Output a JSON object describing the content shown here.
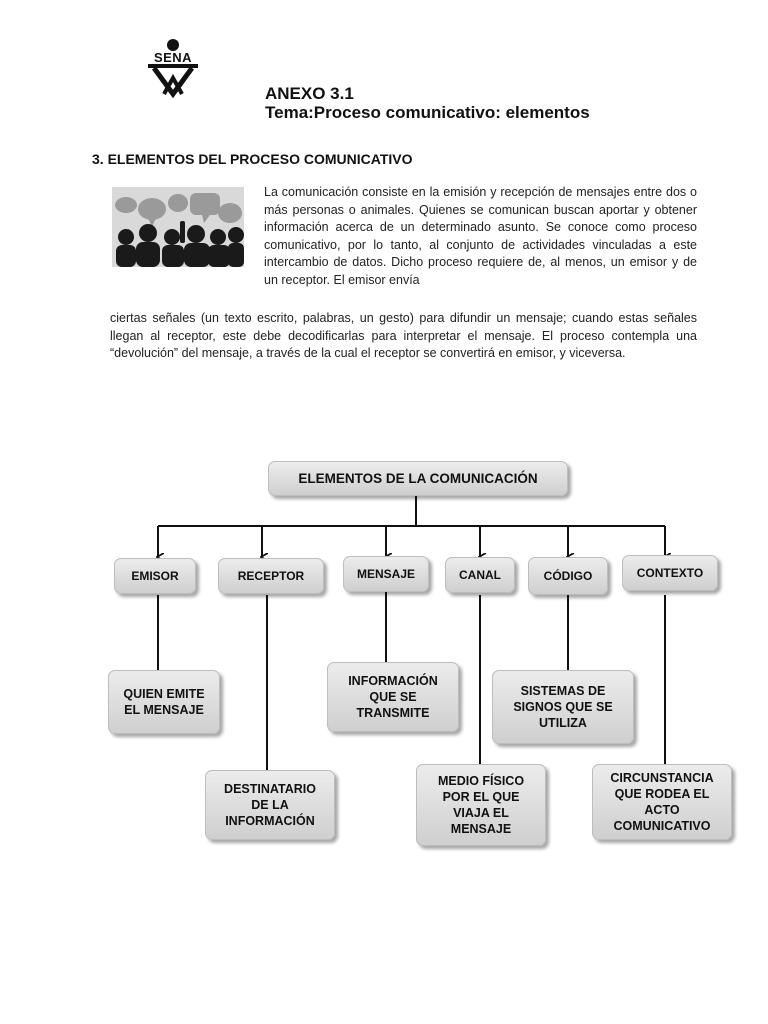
{
  "header": {
    "logo_text": "SENA",
    "title_line1": "ANEXO 3.1",
    "title_line2": "Tema:Proceso comunicativo: elementos"
  },
  "section": {
    "heading": "3. ELEMENTOS DEL PROCESO COMUNICATIVO",
    "paragraph_wrap": "La comunicación consiste en la emisión y recepción de mensajes entre dos o más personas o animales. Quienes se comunican buscan aportar y obtener información acerca de un determinado asunto. Se conoce como proceso comunicativo, por lo tanto, al conjunto de actividades vinculadas a este intercambio de datos. Dicho proceso requiere de, al menos, un emisor y de un receptor. El emisor envía",
    "paragraph_continued": "ciertas señales (un texto escrito, palabras, un gesto) para difundir un mensaje; cuando estas señales llegan al receptor, este debe decodificarlas para interpretar el mensaje. El proceso contempla una “devolución” del mensaje, a través de la cual el receptor se convertirá en emisor, y viceversa."
  },
  "diagram": {
    "root": "ELEMENTOS DE  LA COMUNICACIÓN",
    "categories": [
      "EMISOR",
      "RECEPTOR",
      "MENSAJE",
      "CANAL",
      "CÓDIGO",
      "CONTEXTO"
    ],
    "descriptions": [
      "QUIEN EMITE EL MENSAJE",
      "DESTINATARIO DE LA INFORMACIÓN",
      "INFORMACIÓN QUE SE TRANSMITE",
      "MEDIO FÍSICO POR EL QUE VIAJA EL MENSAJE",
      "SISTEMAS DE SIGNOS QUE SE UTILIZA",
      "CIRCUNSTANCIA QUE RODEA EL ACTO COMUNICATIVO"
    ]
  },
  "colors": {
    "box_fill": "#dcdcdc",
    "line": "#111111",
    "text": "#111111"
  }
}
